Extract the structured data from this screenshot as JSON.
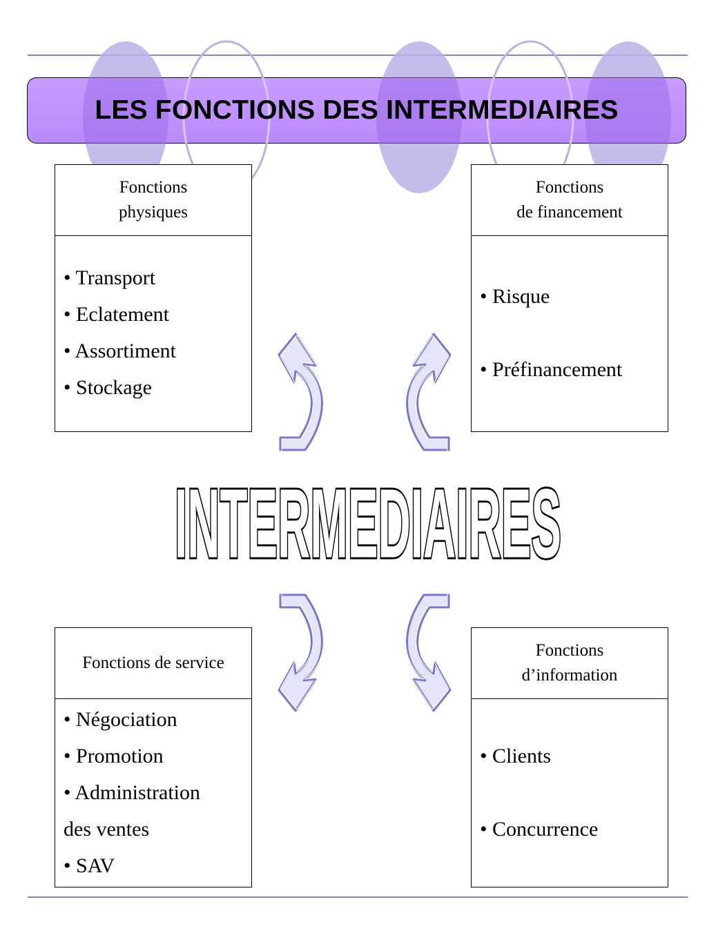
{
  "title": "LES FONCTIONS DES INTERMEDIAIRES",
  "center_word": "INTERMEDIAIRES",
  "boxes": {
    "physiques": {
      "heading_line1": "Fonctions",
      "heading_line2": "physiques",
      "items": [
        "• Transport",
        "• Eclatement",
        "• Assortiment",
        "• Stockage"
      ]
    },
    "financement": {
      "heading_line1": "Fonctions",
      "heading_line2": "de financement",
      "items": [
        "• Risque",
        "• Préfinancement"
      ]
    },
    "service": {
      "heading_line1": "Fonctions de service",
      "items": [
        "• Négociation",
        "• Promotion",
        "• Administration",
        "des ventes",
        "• SAV"
      ]
    },
    "information": {
      "heading_line1": "Fonctions",
      "heading_line2": "d’information",
      "items": [
        "• Clients",
        "• Concurrence"
      ]
    }
  },
  "colors": {
    "title_fill": "#c79bff",
    "decor_ellipse": "#b7b2e6",
    "rule_line": "#8a86b8",
    "arrow_stroke": "#7a76c8"
  }
}
